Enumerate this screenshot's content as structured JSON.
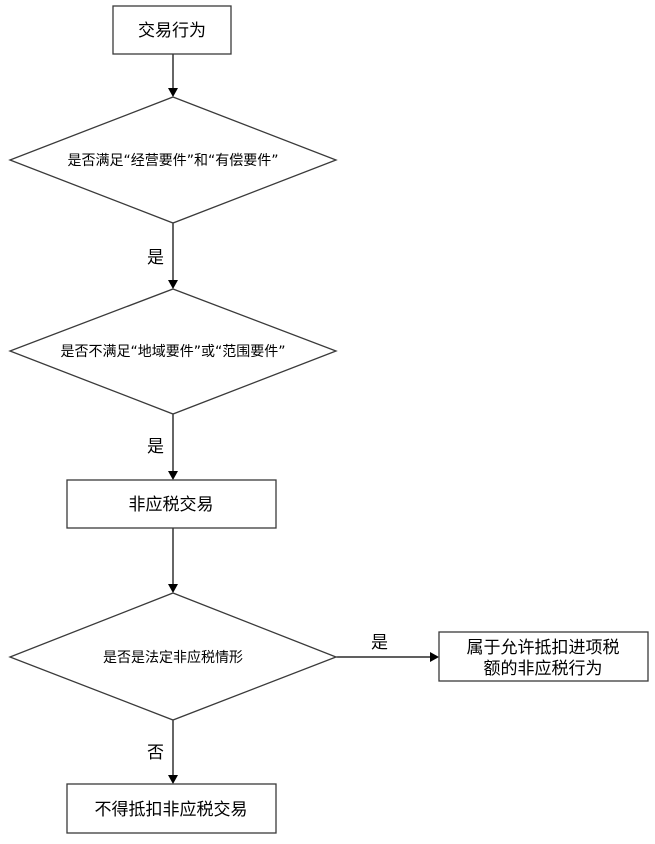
{
  "nodes": {
    "start": "交易行为",
    "decision1": "是否满足“经营要件”和“有偿要件”",
    "decision2": "是否不满足“地域要件”或“范围要件”",
    "non_taxable": "非应税交易",
    "decision3": "是否是法定非应税情形",
    "allowed_line1": "属于允许抵扣进项税",
    "allowed_line2": "额的非应税行为",
    "not_deductible": "不得抵扣非应税交易"
  },
  "edges": {
    "d1_to_d2": "是",
    "d2_to_box": "是",
    "d3_yes": "是",
    "d3_no": "否"
  }
}
